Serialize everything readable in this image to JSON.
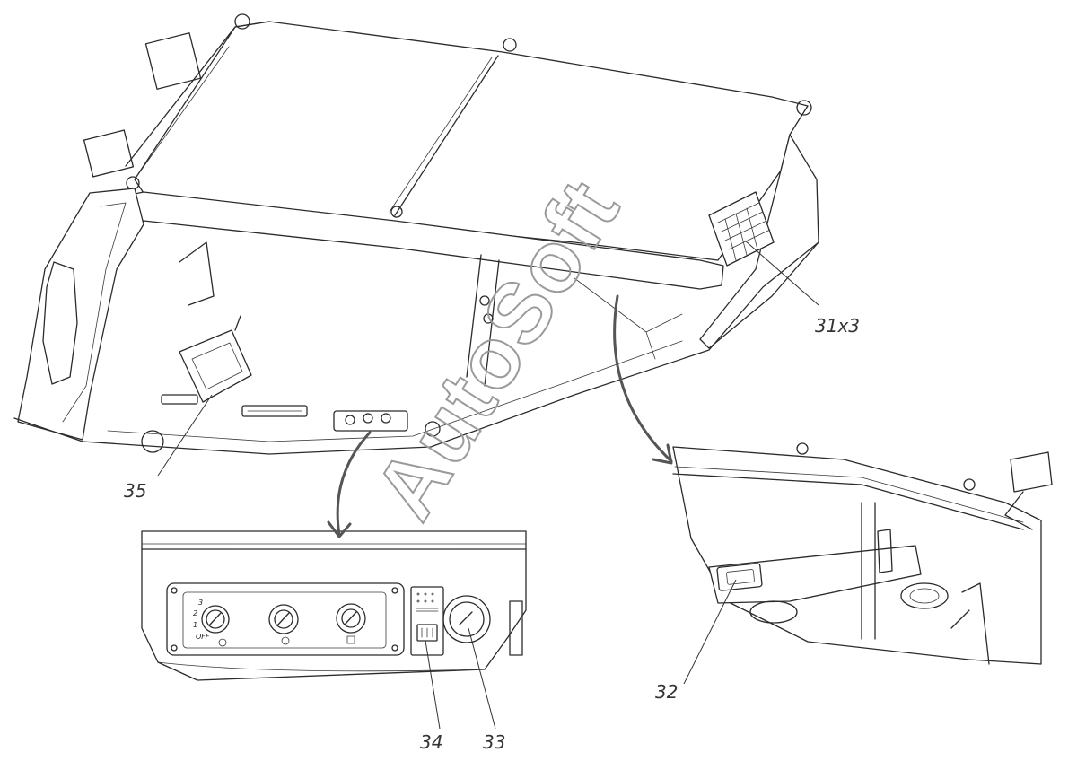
{
  "callouts": {
    "c31": "31x3",
    "c32": "32",
    "c33": "33",
    "c34": "34",
    "c35": "35"
  },
  "panel_labels": {
    "speed_3": "3",
    "speed_2": "2",
    "speed_1": "1",
    "speed_off": "OFF"
  },
  "watermark": "AutoSoft"
}
